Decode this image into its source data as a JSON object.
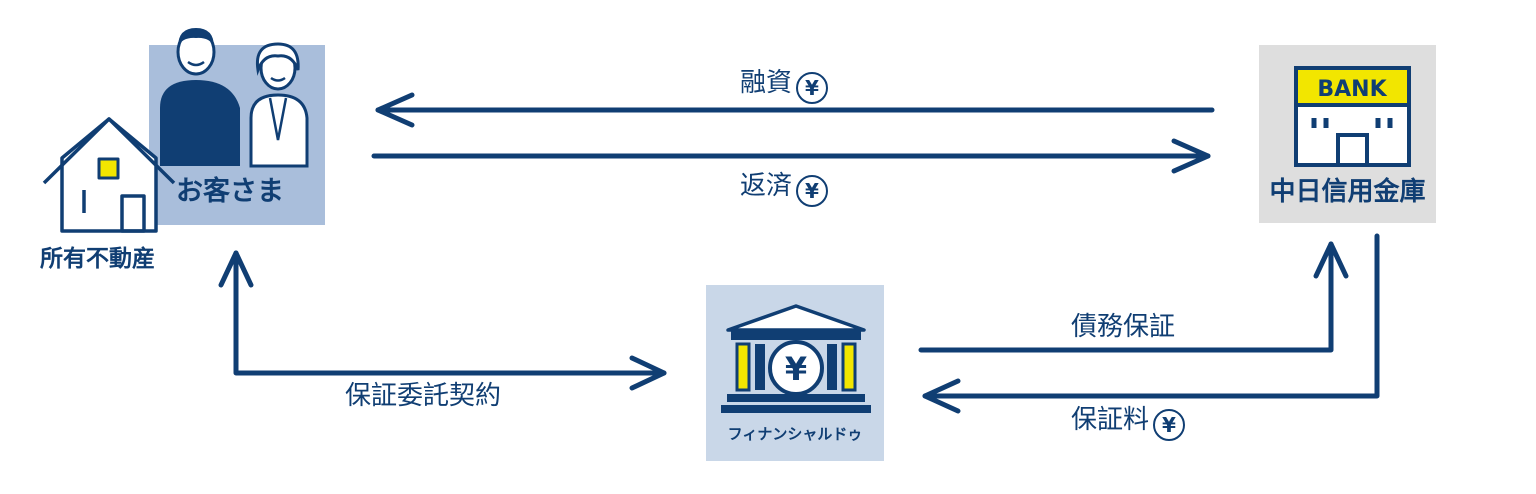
{
  "nodes": {
    "customer": {
      "label": "お客さま"
    },
    "property": {
      "label": "所有不動産"
    },
    "bank": {
      "label": "中日信用金庫",
      "sign_text": "BANK"
    },
    "guarantor": {
      "label": "フィナンシャルドゥ",
      "emblem": "¥"
    }
  },
  "edges": {
    "loan": {
      "label": "融資",
      "icon": "¥"
    },
    "repayment": {
      "label": "返済",
      "icon": "¥"
    },
    "guarantee_contract": {
      "label": "保証委託契約"
    },
    "debt_guarantee": {
      "label": "債務保証"
    },
    "guarantee_fee": {
      "label": "保証料",
      "icon": "¥"
    }
  },
  "colors": {
    "navy": "#103e73",
    "yellow": "#f2e600",
    "customer_bg": "#a9bedb",
    "bank_bg": "#dedede",
    "guarantor_bg": "#c9d7e8"
  }
}
